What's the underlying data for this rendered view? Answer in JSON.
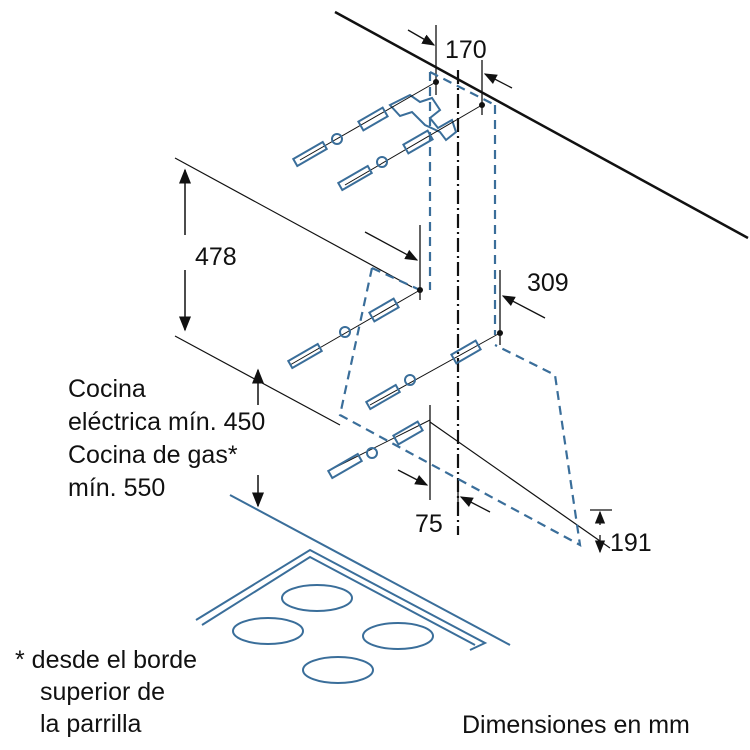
{
  "dimensions": {
    "d170": "170",
    "d478": "478",
    "d309": "309",
    "d75": "75",
    "d191": "191"
  },
  "notes": {
    "clearance_lines": [
      "Cocina",
      "eléctrica mín. 450",
      "Cocina de gas*",
      "mín. 550"
    ],
    "footnote_lines": [
      "* desde el borde",
      "superior de",
      "la parrilla"
    ],
    "units": "Dimensiones en mm"
  },
  "colors": {
    "outline_blue": "#3a6e9a",
    "line_black": "#111111"
  }
}
